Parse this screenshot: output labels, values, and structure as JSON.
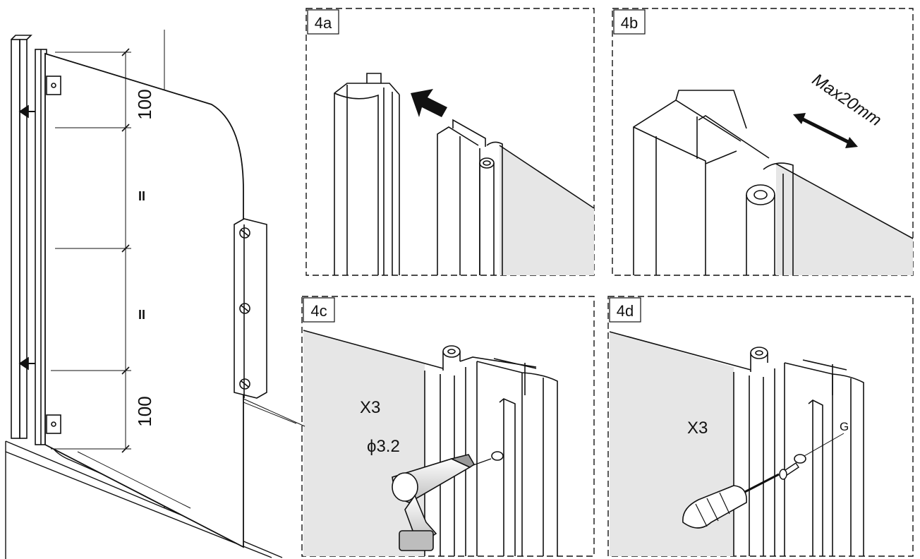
{
  "main_view": {
    "dim_top": "100",
    "dim_bottom": "100",
    "equal_mark_1": "II",
    "equal_mark_2": "II"
  },
  "panels": [
    {
      "id": "4a",
      "label": "4a"
    },
    {
      "id": "4b",
      "label": "4b",
      "note": "Max20mm"
    },
    {
      "id": "4c",
      "label": "4c",
      "quantity": "X3",
      "drill_size": "ϕ3.2"
    },
    {
      "id": "4d",
      "label": "4d",
      "quantity": "X3",
      "part_label": "G"
    }
  ],
  "colors": {
    "line": "#111111",
    "glass_fill": "#e6e6e6",
    "arrow": "#111111"
  }
}
